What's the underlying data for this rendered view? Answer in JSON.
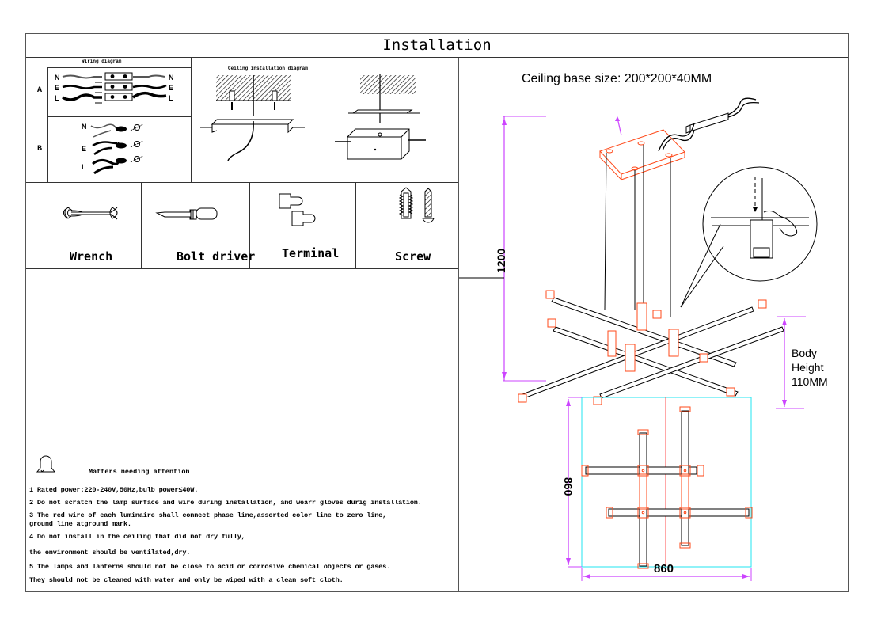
{
  "page_title": "Installation",
  "wiring": {
    "heading": "Wiring diagram",
    "row_labels": [
      "A",
      "B"
    ],
    "wire_labels": [
      "N",
      "E",
      "L"
    ]
  },
  "ceiling_diagram": {
    "heading": "Ceiling installation diagram"
  },
  "tools": [
    {
      "label": "Wrench",
      "icon": "wrench-icon"
    },
    {
      "label": "Bolt driver",
      "icon": "screwdriver-icon"
    },
    {
      "label": "Terminal",
      "icon": "terminal-icon"
    },
    {
      "label": "Screw",
      "icon": "screw-icon"
    }
  ],
  "attention": {
    "heading": "Matters needing attention",
    "icon": "bell-icon",
    "notes": [
      "1 Rated power:220-240V,50Hz,bulb power≤40W.",
      "2 Do not scratch the lamp surface and wire during installation, and wearr gloves durig installation.",
      "3 The red wire of each luminaire shall connect phase line,assorted color line to zero line,",
      "  ground line atground mark.",
      "4 Do not install in the ceiling that did not dry fully,",
      "  the environment should be ventilated,dry.",
      "5 The lamps and lanterns should not be close to acid or corrosive chemical objects or gases.",
      "  They should not be cleaned with water and only be wiped with a clean soft cloth."
    ]
  },
  "product": {
    "ceiling_base_label": "Ceiling base size: 200*200*40MM",
    "overall_height": "1200",
    "body_height_lines": [
      "Body",
      "Height",
      "110MM"
    ],
    "plan_width": "860",
    "plan_depth": "860"
  },
  "colors": {
    "dimension": "#cc44ff",
    "fixture_outline": "#ff4a1a",
    "plan_bounds": "#22e5f0",
    "centerline": "#ff5050"
  }
}
